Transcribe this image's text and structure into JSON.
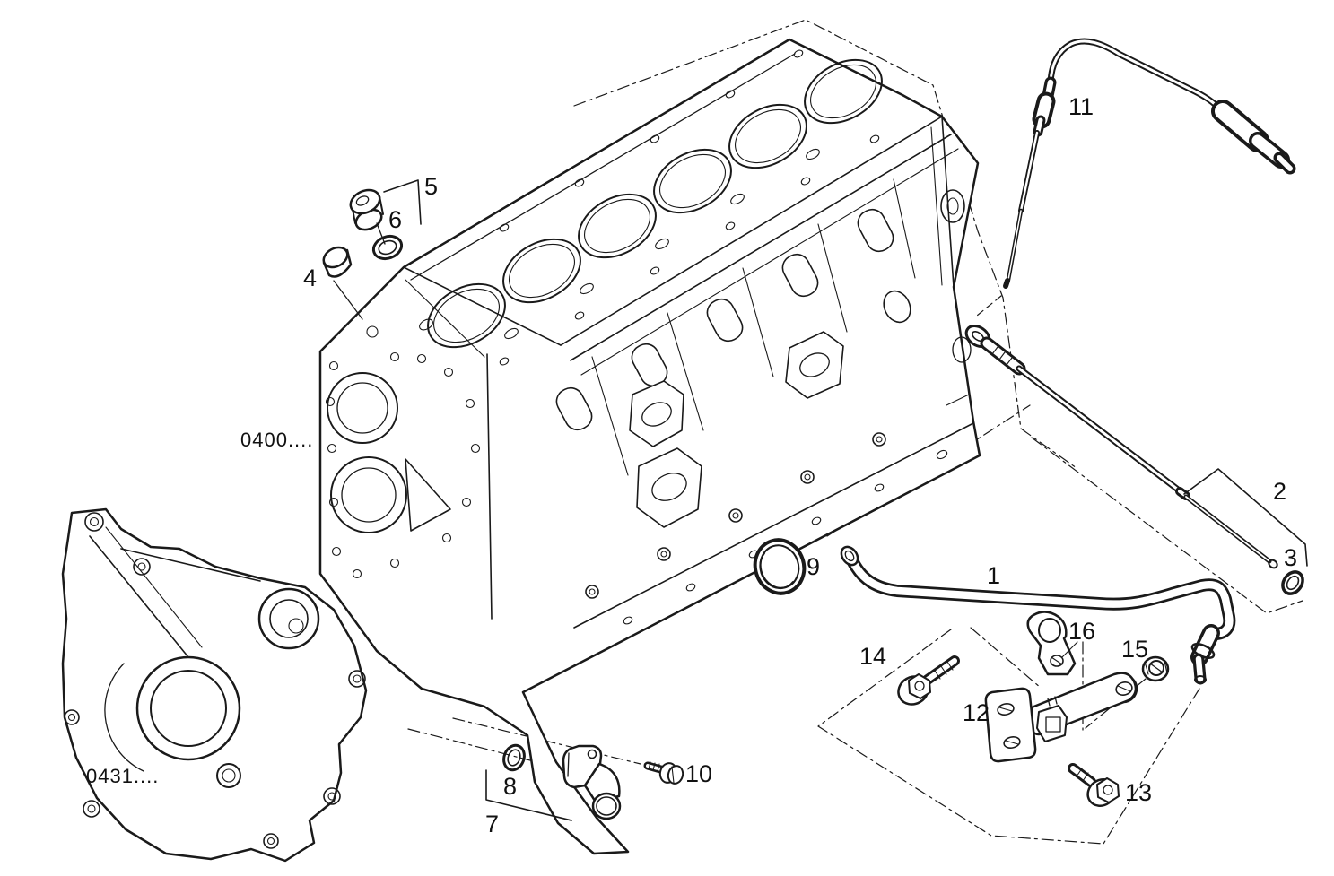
{
  "diagram": {
    "background_color": "#ffffff",
    "line_color": "#1a1a1a",
    "section_refs": [
      {
        "text": "0400...."
      },
      {
        "text": "0431...."
      }
    ],
    "callouts": [
      {
        "num": "1"
      },
      {
        "num": "2"
      },
      {
        "num": "3"
      },
      {
        "num": "4"
      },
      {
        "num": "5"
      },
      {
        "num": "6"
      },
      {
        "num": "7"
      },
      {
        "num": "8"
      },
      {
        "num": "9"
      },
      {
        "num": "10"
      },
      {
        "num": "11"
      },
      {
        "num": "12"
      },
      {
        "num": "13"
      },
      {
        "num": "14"
      },
      {
        "num": "15"
      },
      {
        "num": "16"
      }
    ]
  }
}
